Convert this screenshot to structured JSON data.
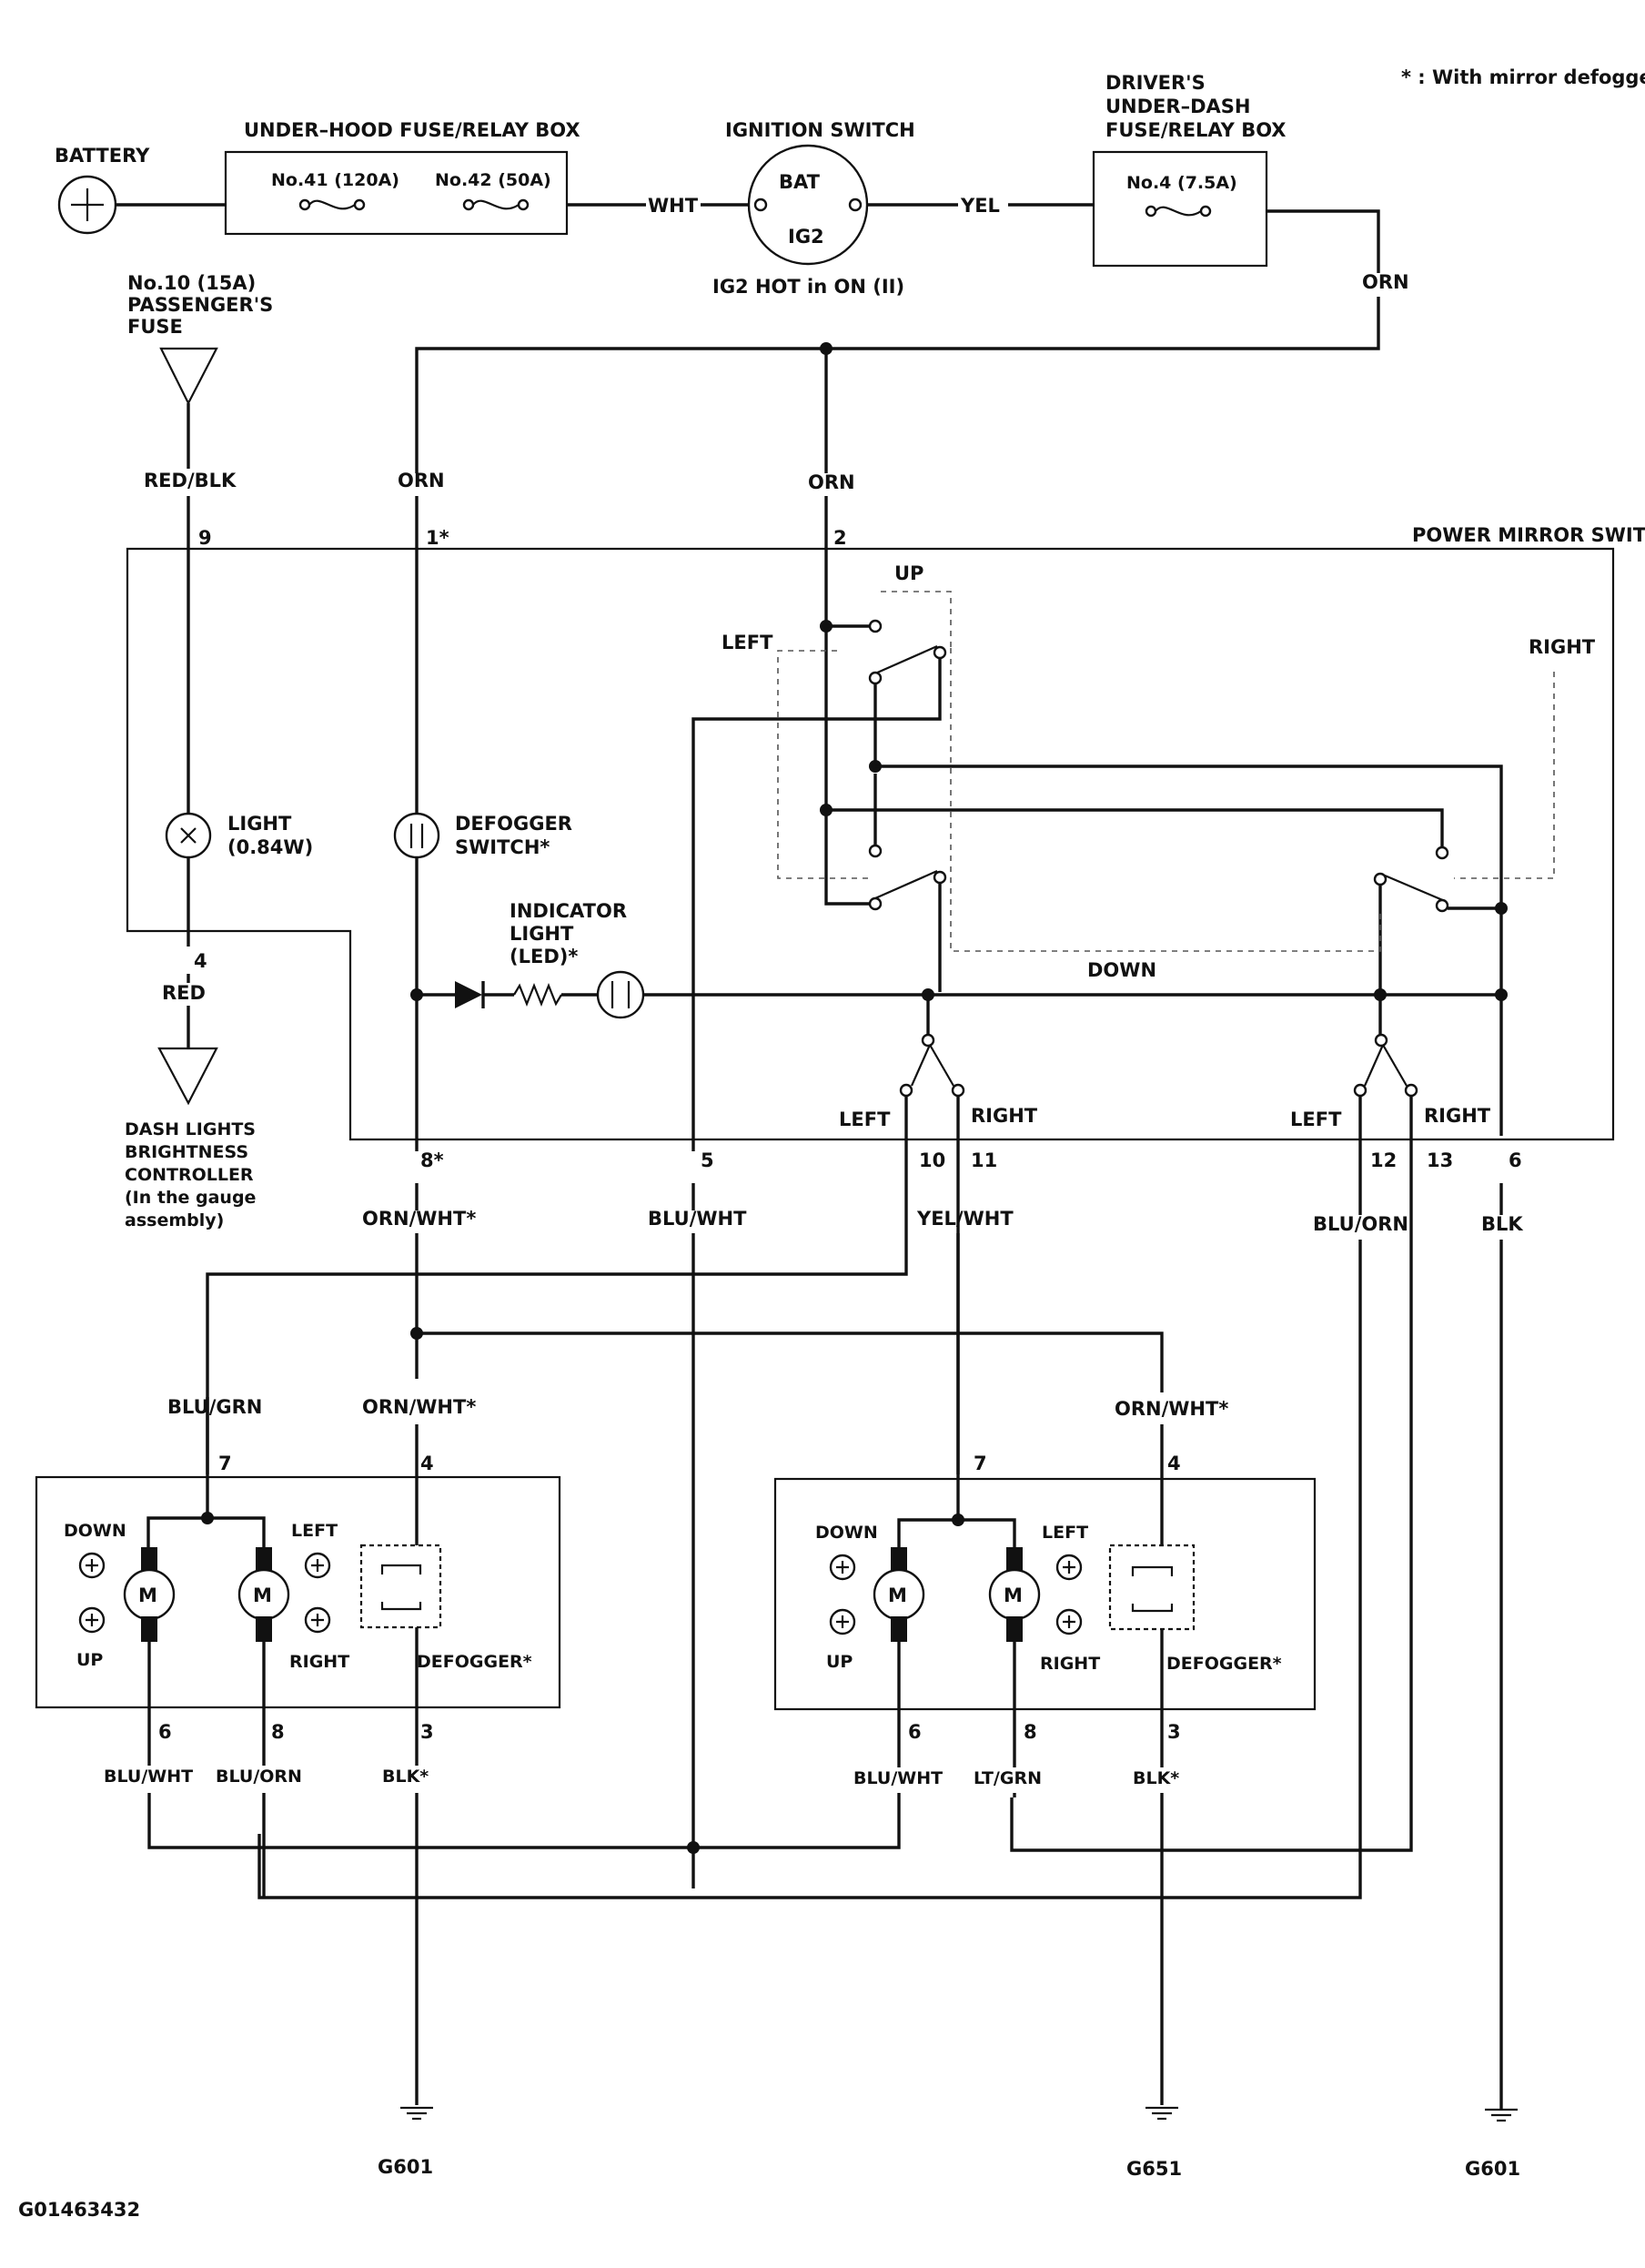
{
  "note": "* : With mirror defogger",
  "figure_id": "G01463432",
  "battery": {
    "label": "BATTERY"
  },
  "under_hood": {
    "title": "UNDER–HOOD FUSE/RELAY BOX",
    "fuse1": "No.41 (120A)",
    "fuse2": "No.42 (50A)"
  },
  "ignition": {
    "title": "IGNITION SWITCH",
    "bat": "BAT",
    "ig2": "IG2",
    "hot": "IG2 HOT in ON (II)"
  },
  "driver_box": {
    "line1": "DRIVER'S",
    "line2": "UNDER–DASH",
    "line3": "FUSE/RELAY BOX",
    "fuse": "No.4 (7.5A)"
  },
  "passenger_fuse": {
    "line1": "No.10 (15A)",
    "line2": "PASSENGER'S",
    "line3": "FUSE"
  },
  "switch_title": "POWER MIRROR SWITCH",
  "light": {
    "line1": "LIGHT",
    "line2": "(0.84W)"
  },
  "defog_switch": {
    "line1": "DEFOGGER",
    "line2": "SWITCH*"
  },
  "indicator": {
    "line1": "INDICATOR",
    "line2": "LIGHT",
    "line3": "(LED)*"
  },
  "dash": {
    "line1": "DASH LIGHTS",
    "line2": "BRIGHTNESS",
    "line3": "CONTROLLER",
    "line4": "(In the gauge",
    "line5": "assembly)"
  },
  "dir": {
    "up": "UP",
    "down": "DOWN",
    "left": "LEFT",
    "right": "RIGHT"
  },
  "wires": {
    "wht": "WHT",
    "yel": "YEL",
    "orn": "ORN",
    "red_blk": "RED/BLK",
    "red": "RED",
    "orn_wht": "ORN/WHT*",
    "blu_wht": "BLU/WHT",
    "yel_wht": "YEL/WHT",
    "blu_orn": "BLU/ORN",
    "blk": "BLK",
    "blu_grn": "BLU/GRN",
    "lt_grn": "LT/GRN",
    "blk_star": "BLK*"
  },
  "pins": {
    "p9": "9",
    "p1": "1*",
    "p2": "2",
    "p4": "4",
    "p8": "8*",
    "p5": "5",
    "p10": "10",
    "p11": "11",
    "p12": "12",
    "p13": "13",
    "p6": "6",
    "m7": "7",
    "m4": "4",
    "m6": "6",
    "m8": "8",
    "m3": "3"
  },
  "motor": "M",
  "defogger": "DEFOGGER*",
  "grounds": {
    "g1": "G601",
    "g2": "G651",
    "g3": "G601"
  }
}
